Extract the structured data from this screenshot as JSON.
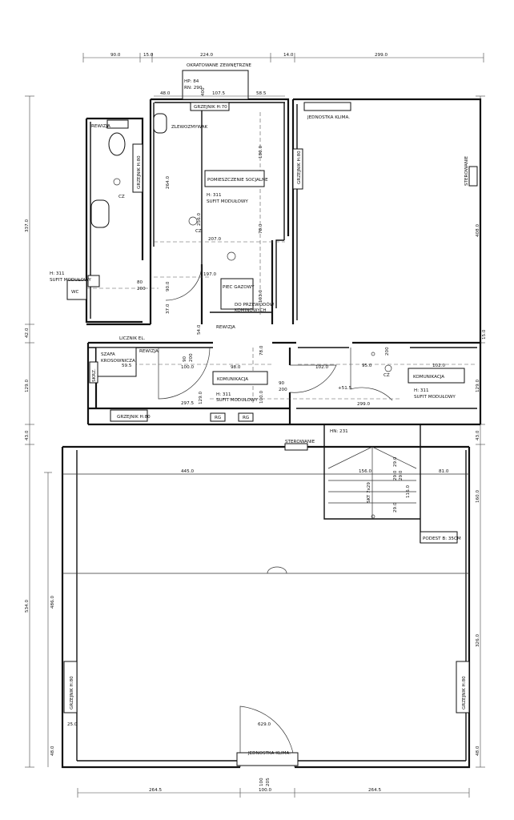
{
  "dimensions": {
    "top": [
      "90.0",
      "15.0",
      "224.0",
      "14.0",
      "299.0"
    ],
    "left": [
      "337.0",
      "42.0",
      "129.0",
      "43.0",
      "534.0",
      "486.0",
      "48.0"
    ],
    "right": [
      "408.0",
      "15.0",
      "129.0",
      "43.0",
      "160.0",
      "326.0",
      "48.0"
    ],
    "bottom": [
      "264.5",
      "100.0",
      "264.5"
    ],
    "bottom_small": [
      "100",
      "205"
    ],
    "inner": [
      "48.0",
      "107.5",
      "58.5",
      "264.0",
      "180.0",
      "256.0",
      "207.0",
      "78.0",
      "197.0",
      "103.0",
      "80",
      "200",
      "90.0",
      "37.0",
      "54.0",
      "90",
      "200",
      "100.0",
      "98.0",
      "78.0",
      "100.0",
      "90",
      "200",
      "102.0",
      "95.0",
      "102.0",
      "297.5",
      "299.0",
      "59.5",
      "129.0",
      "445.0",
      "156.0",
      "81.0",
      "29.0",
      "29.0",
      "29.0",
      "116.0",
      "29.0",
      "629.0",
      "25.0",
      "200",
      "+51.5"
    ]
  },
  "labels": {
    "okratowanie": "OKRATOWANE ZEWNĘTRZNE",
    "hp": "HP: 84",
    "rn": "RN: 290",
    "hp_v": "400",
    "grzejnik_h70": "GRZEJNIK H:70",
    "jednostka_top": "JEDNOSTKA KLIMA.",
    "rewizja_1": "REWIZJA",
    "rewizja_2": "REWIZJA",
    "rewizja_3": "REWIZJA",
    "zlewozmywak": "ZLEWOZMYWAK",
    "grzejnik_h80_1": "GRZEJNIK H:80",
    "grzejnik_h80_2": "GRZEJNIK H:80",
    "grzejnik_h80_3": "GRZEJNIK H:80",
    "grzejnik_h80_4": "GRZEJNIK H:80",
    "grzejnik_h80_5": "GRZEJNIK H:80",
    "sterowanie_1": "STEROWANIE",
    "sterowanie_2": "STEROWANIE",
    "pomieszczenie": "POMIESZCZENIE SOCJALNE",
    "sufit_h311_a": "H: 311",
    "sufit_mod_a": "SUFIT MODUŁOWY",
    "sufit_h311_b": "H: 311",
    "sufit_mod_b": "SUFIT MODUŁOWY",
    "sufit_h311_c": "H: 311",
    "sufit_mod_c": "SUFIT MODUŁOWY",
    "sufit_h311_d": "H: 311",
    "sufit_mod_d": "SUFIT MODUŁOWY",
    "wc": "WC",
    "cz_1": "CZ",
    "cz_2": "CZ",
    "cz_3": "CZ",
    "piec": "PIEC GAZOWY",
    "do_przewodow": "DO PRZEWODÓW",
    "kominowych": "KOMINOWYCH",
    "licznik": "LICZNIK EL.",
    "szafa": "SZAFA",
    "krosownicza": "KROSOWNICZA",
    "komunikacja_1": "KOMUNIKACJA",
    "komunikacja_2": "KOMUNIKACJA",
    "rg_1": "RG",
    "rg_2": "RG",
    "hn": "HN: 231",
    "skrzynka": "SKRZ.",
    "schody": "SKT 7x29",
    "podest": "PODEST B: 35CM",
    "jednostka_bottom": "JEDNOSTKA KLIMA."
  }
}
